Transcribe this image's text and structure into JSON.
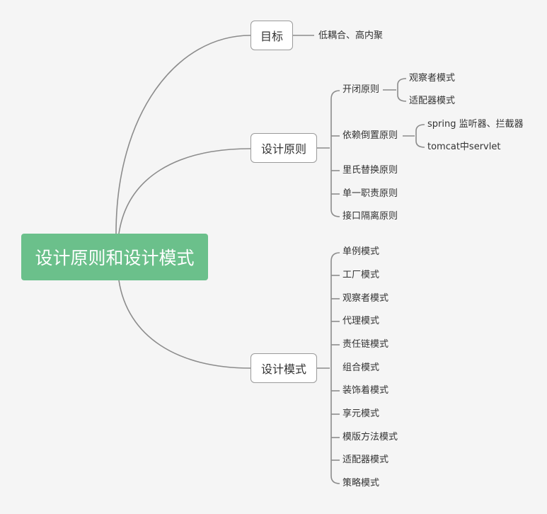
{
  "root": {
    "label": "设计原则和设计模式"
  },
  "branches": {
    "goal": {
      "label": "目标",
      "children": [
        {
          "label": "低耦合、高内聚"
        }
      ]
    },
    "principles": {
      "label": "设计原则",
      "children": [
        {
          "label": "开闭原则",
          "children": [
            {
              "label": "观察者模式"
            },
            {
              "label": "适配器模式"
            }
          ]
        },
        {
          "label": "依赖倒置原则",
          "children": [
            {
              "label": "spring 监听器、拦截器"
            },
            {
              "label": "tomcat中servlet"
            }
          ]
        },
        {
          "label": "里氏替换原则"
        },
        {
          "label": "单一职责原则"
        },
        {
          "label": "接口隔离原则"
        }
      ]
    },
    "patterns": {
      "label": "设计模式",
      "children": [
        {
          "label": "单例模式"
        },
        {
          "label": "工厂模式"
        },
        {
          "label": "观察者模式"
        },
        {
          "label": "代理模式"
        },
        {
          "label": "责任链模式"
        },
        {
          "label": "组合模式"
        },
        {
          "label": "装饰着模式"
        },
        {
          "label": "享元模式"
        },
        {
          "label": "模版方法模式"
        },
        {
          "label": "适配器模式"
        },
        {
          "label": "策略模式"
        }
      ]
    }
  },
  "colors": {
    "root": "#6bc08b",
    "line": "#8c8c8c",
    "background": "#f5f5f5"
  }
}
